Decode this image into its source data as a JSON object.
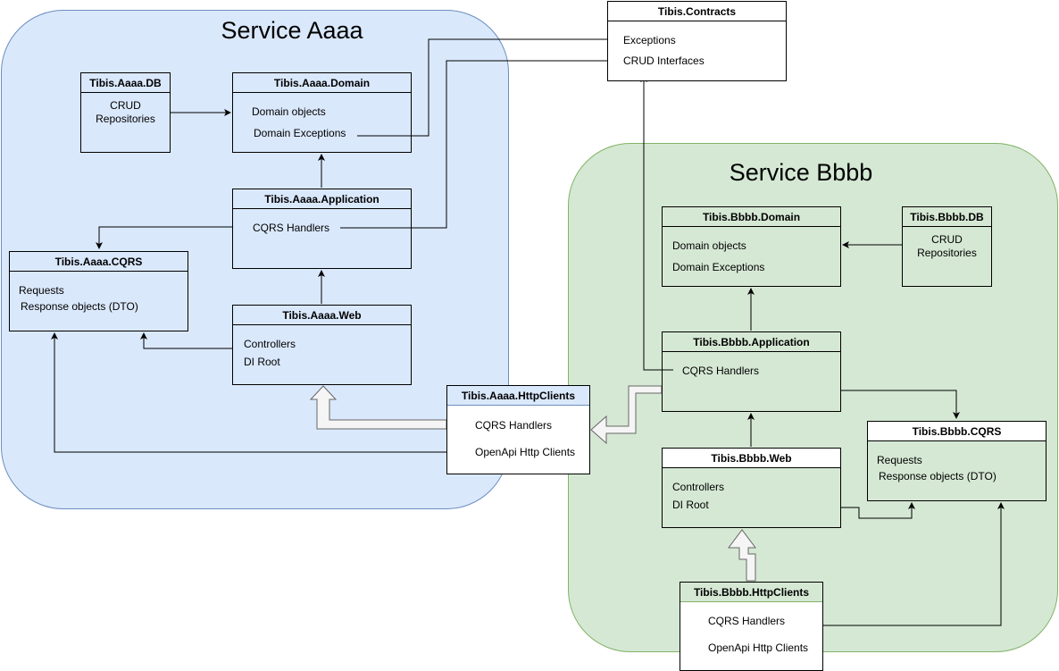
{
  "services": {
    "a": {
      "title": "Service Aaaa"
    },
    "b": {
      "title": "Service Bbbb"
    }
  },
  "contracts": {
    "title": "Tibis.Contracts",
    "items": [
      "Exceptions",
      "CRUD Interfaces"
    ]
  },
  "aaaa": {
    "db": {
      "title": "Tibis.Aaaa.DB",
      "lines": [
        "CRUD",
        "Repositories"
      ]
    },
    "domain": {
      "title": "Tibis.Aaaa.Domain",
      "items": [
        "Domain objects",
        "Domain Exceptions"
      ]
    },
    "application": {
      "title": "Tibis.Aaaa.Application",
      "items": [
        "CQRS Handlers"
      ]
    },
    "cqrs": {
      "title": "Tibis.Aaaa.CQRS",
      "items": [
        "Requests",
        "Response objects (DTO)"
      ]
    },
    "web": {
      "title": "Tibis.Aaaa.Web",
      "items": [
        "Controllers",
        "DI Root"
      ]
    },
    "httpclients": {
      "title": "Tibis.Aaaa.HttpClients",
      "items": [
        "CQRS Handlers",
        "OpenApi Http Clients"
      ]
    }
  },
  "bbbb": {
    "domain": {
      "title": "Tibis.Bbbb.Domain",
      "items": [
        "Domain objects",
        "Domain Exceptions"
      ]
    },
    "db": {
      "title": "Tibis.Bbbb.DB",
      "lines": [
        "CRUD",
        "Repositories"
      ]
    },
    "application": {
      "title": "Tibis.Bbbb.Application",
      "items": [
        "CQRS Handlers"
      ]
    },
    "cqrs": {
      "title": "Tibis.Bbbb.CQRS",
      "items": [
        "Requests",
        "Response objects (DTO)"
      ]
    },
    "web": {
      "title": "Tibis.Bbbb.Web",
      "items": [
        "Controllers",
        "DI Root"
      ]
    },
    "httpclients": {
      "title": "Tibis.Bbbb.HttpClients",
      "items": [
        "CQRS Handlers",
        "OpenApi Http Clients"
      ]
    }
  },
  "colors": {
    "service_a_fill": "#dae8fc",
    "service_a_stroke": "#6c8ebf",
    "service_b_fill": "#d5e8d4",
    "service_b_stroke": "#82b366"
  }
}
